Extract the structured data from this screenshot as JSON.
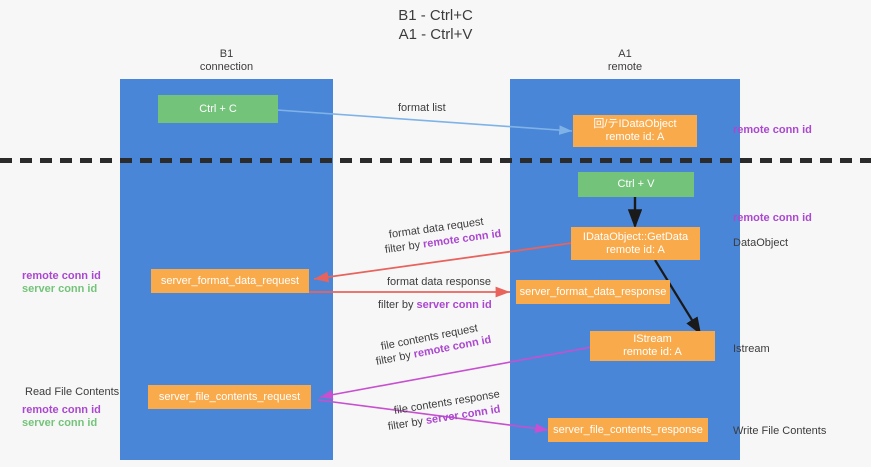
{
  "title": {
    "line1": "B1 - Ctrl+C",
    "line2": "A1 - Ctrl+V"
  },
  "columns": [
    {
      "name": "B1",
      "sub": "connection"
    },
    {
      "name": "A1",
      "sub": "remote"
    }
  ],
  "boxes": {
    "ctrl_c": "Ctrl + C",
    "ctrl_v": "Ctrl + V",
    "idataobject_top_l1": "回/テIDataObject",
    "idataobject_top_l2": "remote id: A",
    "getdata_l1": "IDataObject::GetData",
    "getdata_l2": "remote id: A",
    "istream_l1": "IStream",
    "istream_l2": "remote id: A",
    "server_format_data_request": "server_format_data_request",
    "server_format_data_response": "server_format_data_response",
    "server_file_contents_request": "server_file_contents_request",
    "server_file_contents_response": "server_file_contents_response"
  },
  "edge_labels": {
    "format_list": "format list",
    "format_data_request": "format data request",
    "format_data_request_filter_prefix": "filter by ",
    "format_data_request_filter_key": "remote conn id",
    "format_data_response": "format data response",
    "format_data_response_filter_prefix": "filter by ",
    "format_data_response_filter_key": "server conn id",
    "file_contents_request": "file contents request",
    "file_contents_request_filter_prefix": "filter by ",
    "file_contents_request_filter_key": "remote conn id",
    "file_contents_response": "file contents response",
    "file_contents_response_filter_prefix": "filter by ",
    "file_contents_response_filter_key": "server conn id"
  },
  "side_labels": {
    "right_remote_conn_id_top": "remote conn id",
    "right_remote_conn_id_mid": "remote conn id",
    "right_dataobject": "DataObject",
    "right_istream": "Istream",
    "right_write_file_contents": "Write File Contents",
    "left_remote_conn_id": "remote conn id",
    "left_server_conn_id": "server conn id",
    "left_read_file_contents": "Read File Contents",
    "left_remote_conn_id_2": "remote conn id",
    "left_server_conn_id_2": "server conn id"
  },
  "colors": {
    "lane": "#4a86d8",
    "green_box": "#74c37a",
    "orange_box": "#f9aa4b",
    "purple": "#ab47d0",
    "green_text": "#74c37a",
    "arrow_blue": "#7fb3e8",
    "arrow_red": "#e8635c",
    "arrow_magenta": "#c74fd0",
    "arrow_black": "#1a1a1a",
    "background": "#f7f7f7"
  }
}
